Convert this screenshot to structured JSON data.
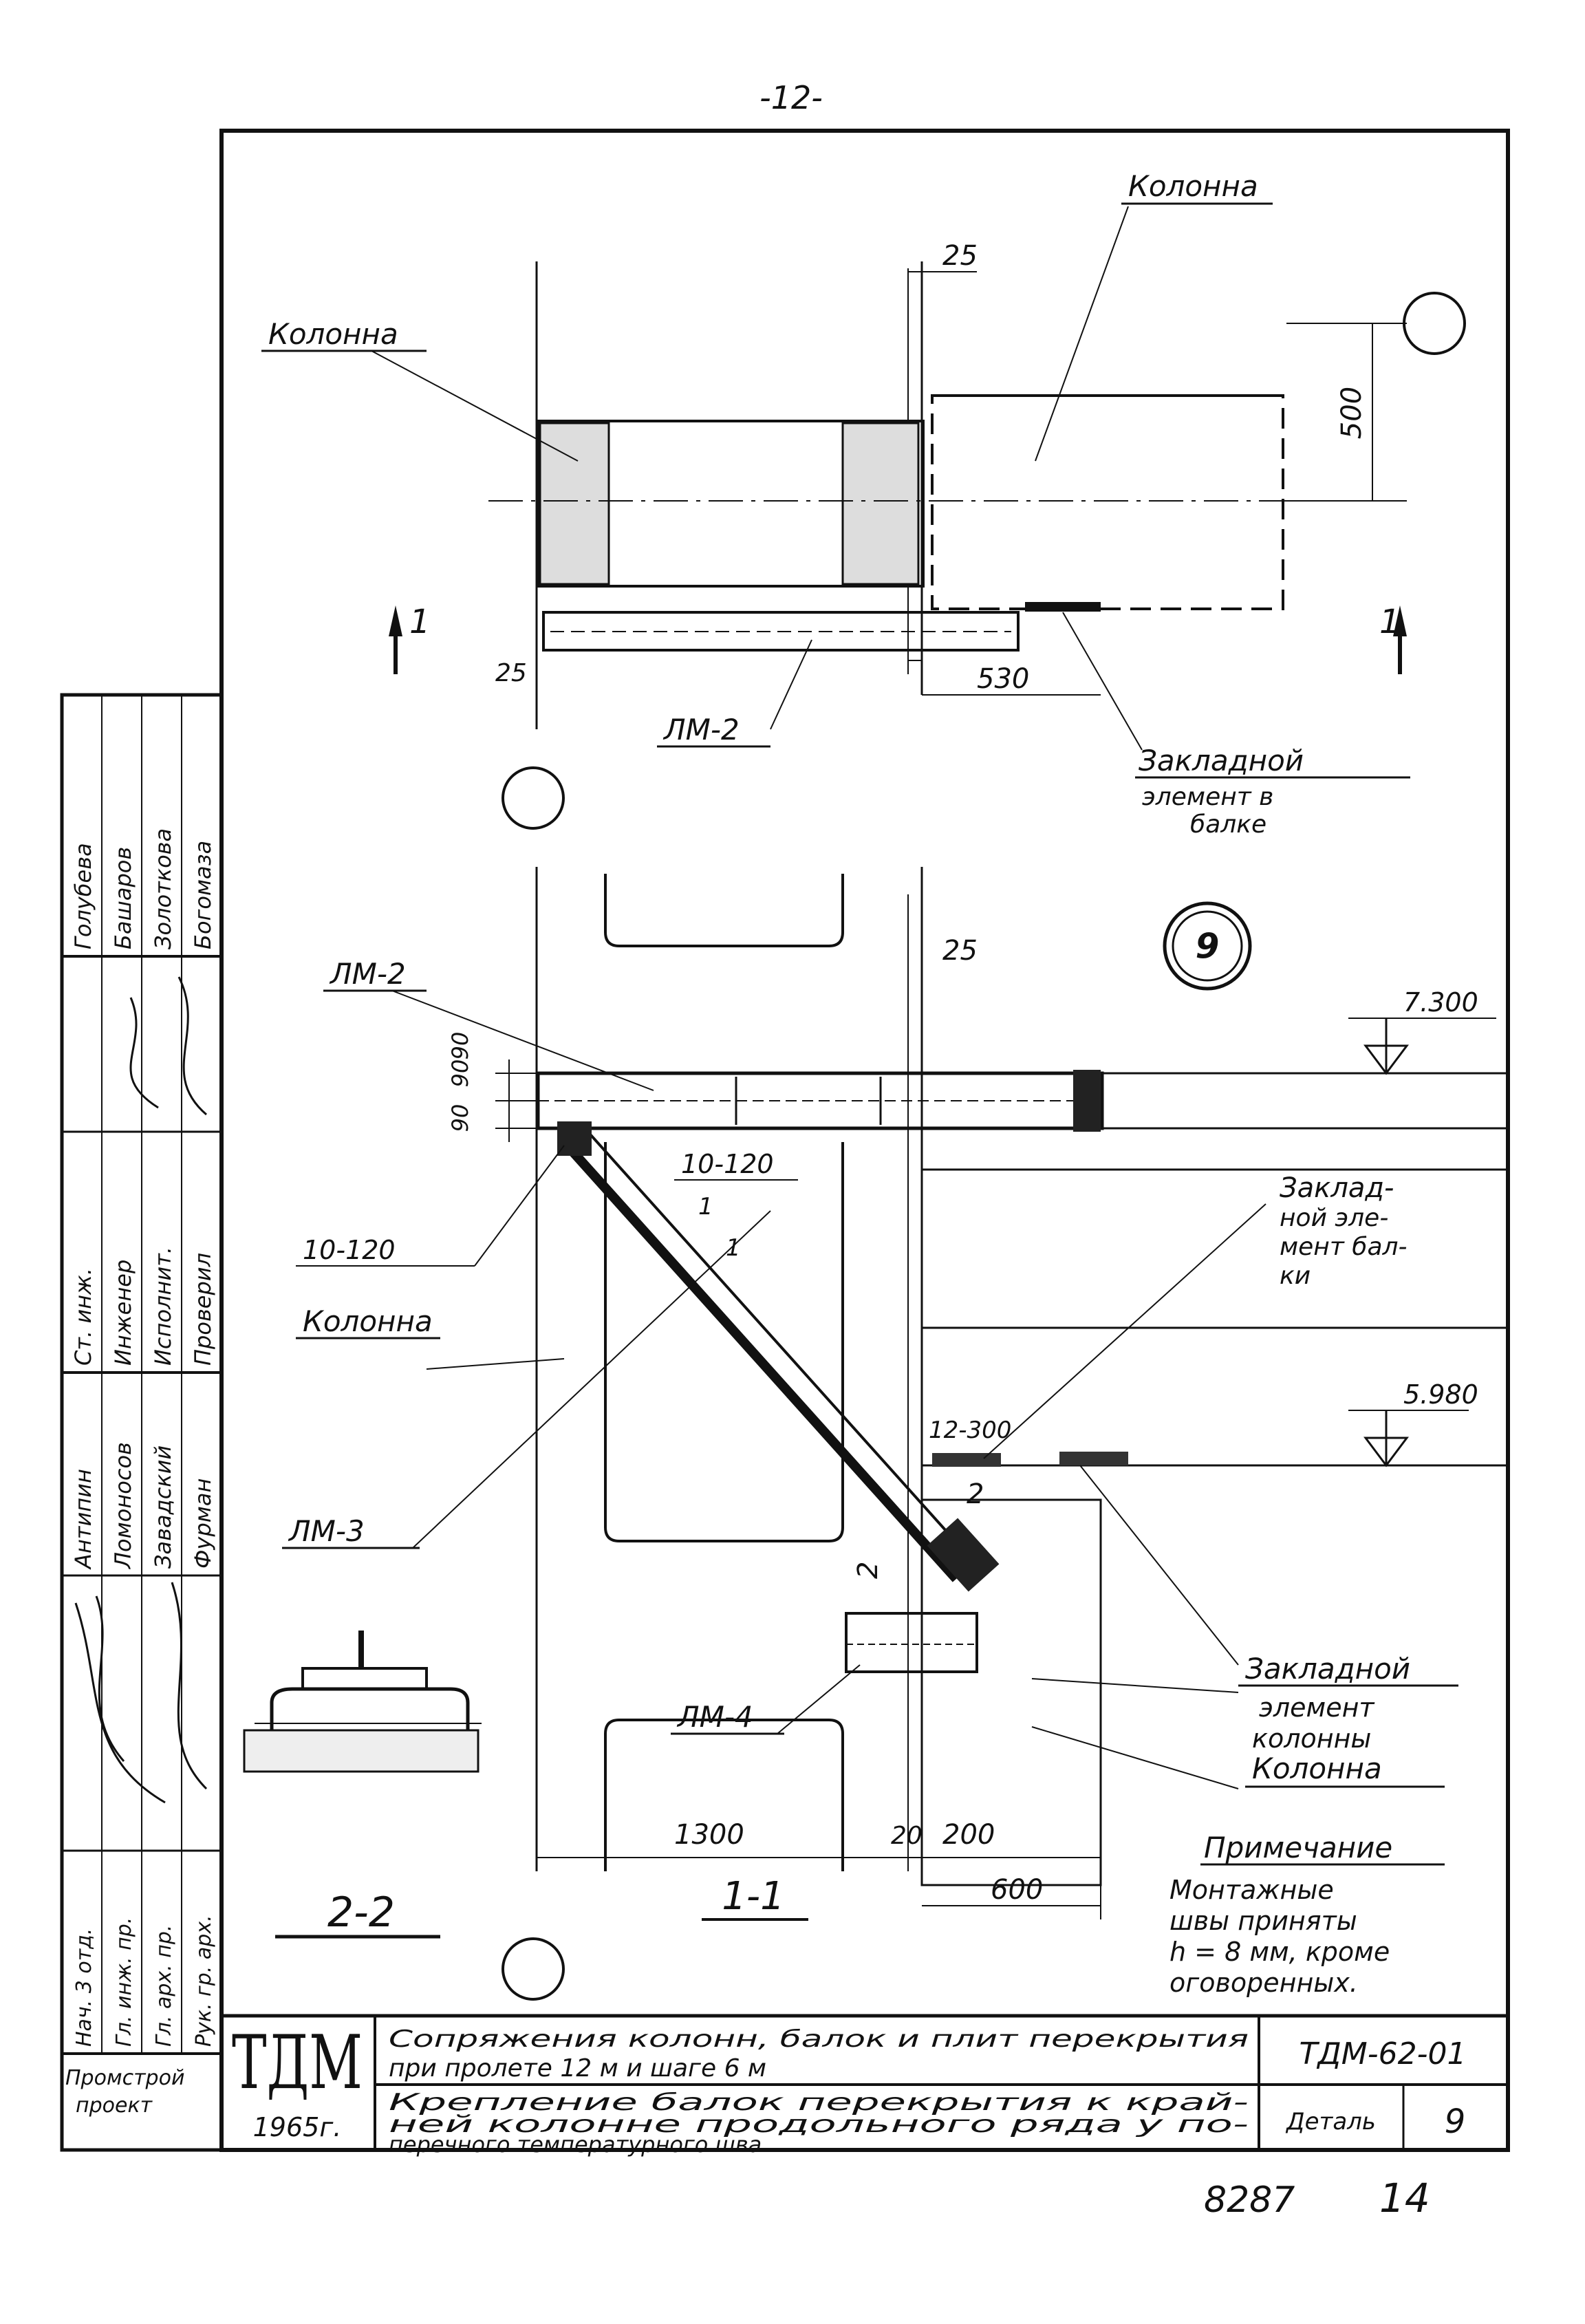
{
  "page_number": "-12-",
  "labels": {
    "kolonna_top_right": "Колонна",
    "kolonna_top_left": "Колонна",
    "kolonna_mid": "Колонна",
    "kolonna_bottom": "Колонна",
    "lm2_top": "ЛМ-2",
    "lm2_mid": "ЛМ-2",
    "lm3": "ЛМ-3",
    "lm4": "ЛМ-4",
    "embed_beam_1": "Закладной",
    "embed_beam_1b": "элемент в",
    "embed_beam_1c": "балке",
    "embed_beam_2": "Заклад-",
    "embed_beam_2b": "ной эле-",
    "embed_beam_2c": "мент бал-",
    "embed_beam_2d": "ки",
    "embed_col": "Закладной",
    "embed_col_b": "элемент",
    "embed_col_c": "колонны",
    "detail_mark": "9"
  },
  "dims": {
    "d25_a": "25",
    "d25_b": "25",
    "d25_c": "25",
    "d500": "500",
    "d530": "530",
    "d90_a": "90",
    "d90_b": "90",
    "d90_c": "90",
    "weld_a": "10-120",
    "weld_b": "10-120",
    "weld_c": "12-300",
    "d1300": "1300",
    "d20": "20",
    "d200": "200",
    "d600": "600",
    "elev_top": "7.300",
    "elev_bot": "5.980",
    "sec_1_left": "1",
    "sec_1_right": "1",
    "sec_2_a": "2",
    "sec_2_b": "2",
    "small_1a": "1",
    "small_1b": "1"
  },
  "sections": {
    "s11": "1-1",
    "s22": "2-2"
  },
  "note": {
    "title": "Примечание",
    "line1": "Монтажные",
    "line2": "швы приняты",
    "line3": "h = 8 мм, кроме",
    "line4": "оговоренных."
  },
  "stamp_side": {
    "roles": [
      "Нач. 3 отд.",
      "Гл. инж. пр.",
      "Гл. арх. пр.",
      "Рук. гр. арх."
    ],
    "names": [
      "Антипин",
      "Ломоносов",
      "Завадский",
      "Фурман"
    ],
    "roles2": [
      "Ст. инж.",
      "Инженер",
      "Исполнит.",
      "Проверил"
    ],
    "names2": [
      "Голубева",
      "Башаров",
      "Золоткова",
      "Богомаза"
    ],
    "org1": "Промстрой",
    "org2": "проект"
  },
  "title_block": {
    "logo": "ТДМ",
    "year": "1965г.",
    "title1": "Сопряжения колонн, балок и плит перекрытия",
    "title2": "при пролете 12 м и шаге 6 м",
    "sub1": "Крепление балок перекрытия к край-",
    "sub2": "ней колонне продольного ряда у по-",
    "sub3": "перечного температурного шва",
    "code": "ТДМ-62-01",
    "detail_label": "Деталь",
    "detail_no": "9"
  },
  "footer": {
    "num": "8287",
    "sheet": "14"
  }
}
